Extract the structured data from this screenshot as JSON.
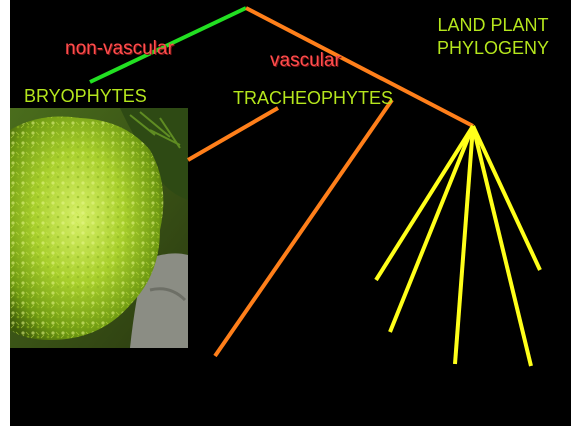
{
  "slide": {
    "title_line1": "LAND PLANT",
    "title_line2": "PHYLOGENY",
    "branch_nonvascular": "non-vascular",
    "branch_vascular": "vascular",
    "group_left": "BRYOPHYTES",
    "group_right": "TRACHEOPHYTES"
  },
  "colors": {
    "background": "#000000",
    "nonvascular_branch": "#22e022",
    "vascular_branch": "#ff7f1a",
    "radiation_branches": "#ffff1a",
    "group_text": "#b5e61d",
    "branch_text": "#ff4d4d",
    "title_text": "#b5e61d"
  },
  "image": {
    "description_icon": "moss-photo"
  }
}
